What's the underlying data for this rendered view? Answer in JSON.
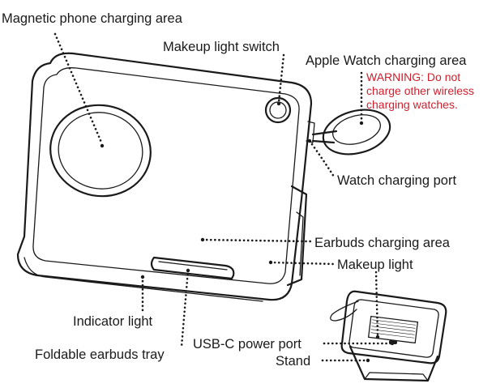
{
  "labels": {
    "magnetic_phone": "Magnetic phone charging area",
    "makeup_switch": "Makeup light switch",
    "apple_watch": "Apple Watch charging area",
    "warning": [
      "WARNING: Do not",
      "charge other wireless",
      "charging watches."
    ],
    "watch_port": "Watch charging port",
    "earbuds_area": "Earbuds charging area",
    "makeup_light": "Makeup light",
    "indicator_light": "Indicator light",
    "usbc_port": "USB-C power port",
    "foldable_tray": "Foldable earbuds tray",
    "stand": "Stand"
  },
  "colors": {
    "line": "#1a1a1a",
    "warning": "#d0202e"
  }
}
